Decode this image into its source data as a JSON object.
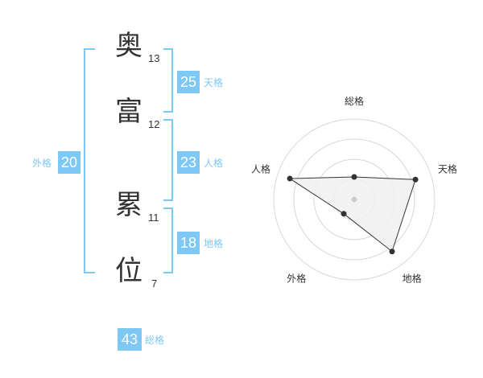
{
  "name": {
    "characters": [
      {
        "char": "奥",
        "strokes": "13"
      },
      {
        "char": "富",
        "strokes": "12"
      },
      {
        "char": "累",
        "strokes": "11"
      },
      {
        "char": "位",
        "strokes": "7"
      }
    ]
  },
  "kakusu": {
    "tenkaku": {
      "value": "25",
      "label": "天格"
    },
    "jinkaku": {
      "value": "23",
      "label": "人格"
    },
    "chikaku": {
      "value": "18",
      "label": "地格"
    },
    "gaikaku": {
      "value": "20",
      "label": "外格"
    },
    "soukaku": {
      "value": "43",
      "label": "総格"
    }
  },
  "colors": {
    "accent": "#7ec8f5",
    "text": "#333333",
    "radar_fill": "#f0f0f0",
    "radar_grid": "#d8d8d8"
  },
  "chart_data": {
    "type": "radar",
    "axes": [
      "総格",
      "天格",
      "地格",
      "外格",
      "人格"
    ],
    "values": [
      1.4,
      4.0,
      4.0,
      1.1,
      4.2
    ],
    "max": 5,
    "rings": 4
  }
}
